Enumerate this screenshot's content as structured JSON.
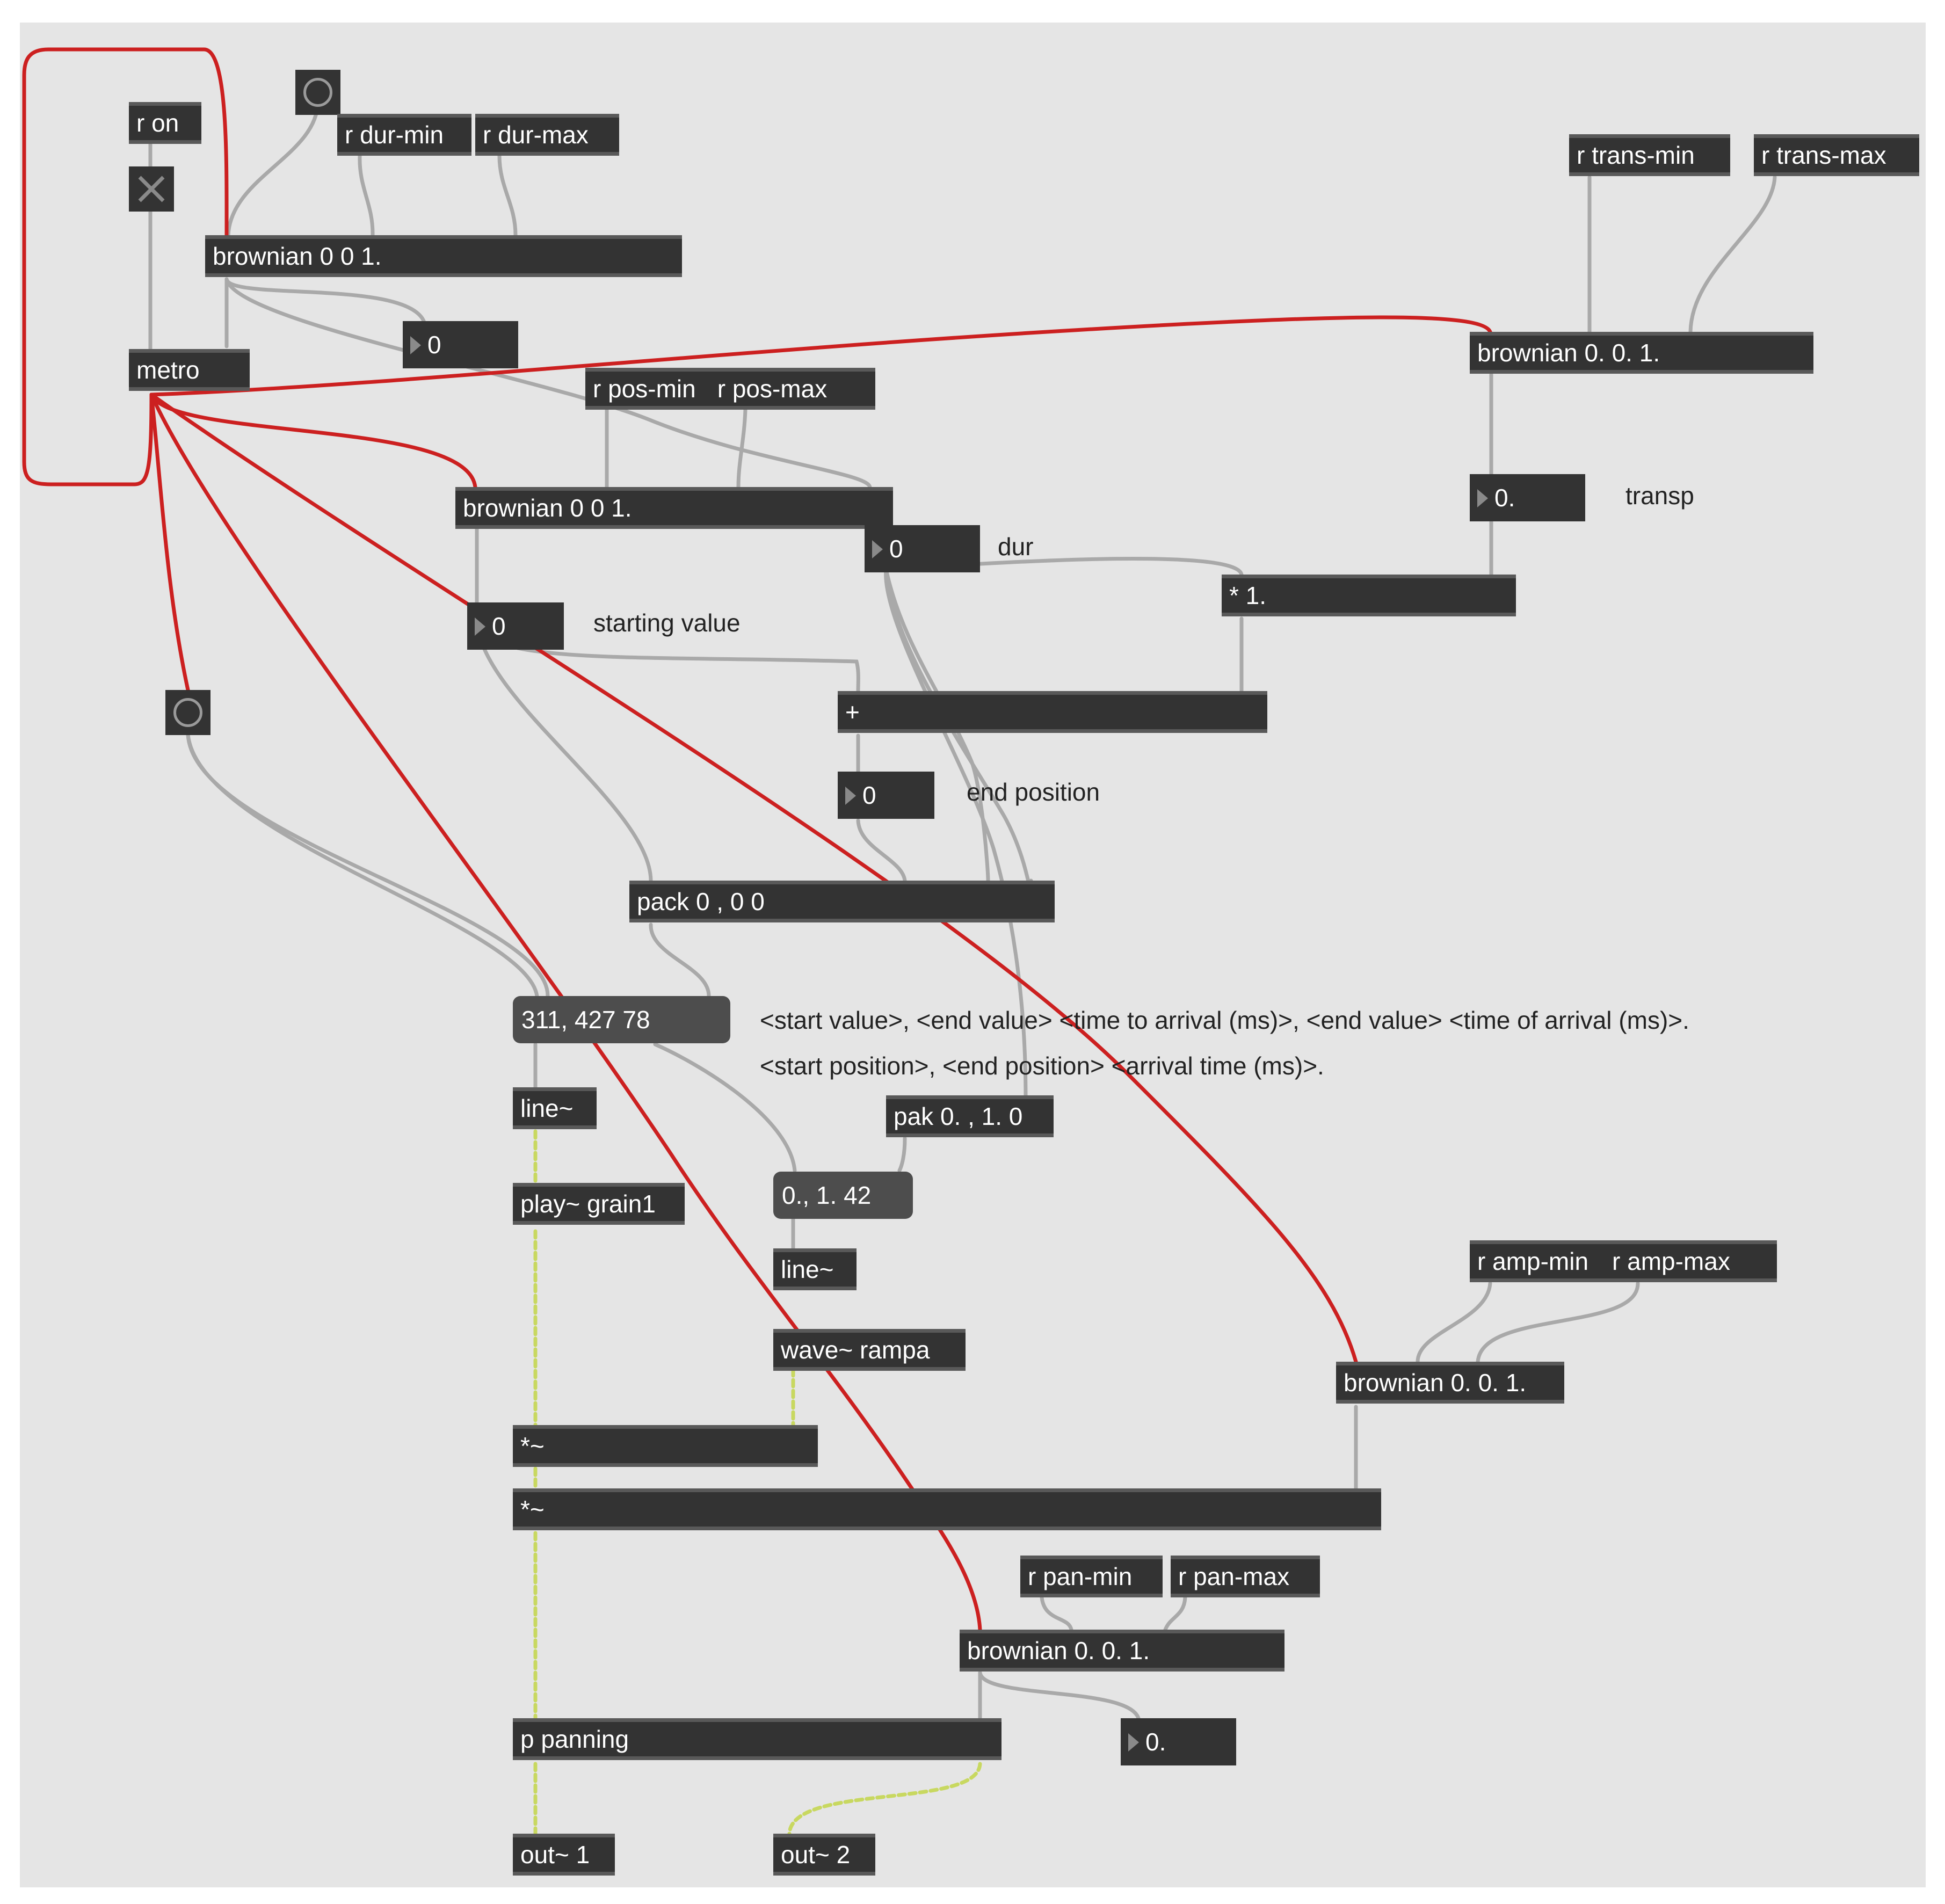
{
  "window": {
    "background": "#e5e5e5",
    "object_color": "#333333",
    "message_color": "#4d4d4d",
    "patchcord_control": "#a9a9a9",
    "patchcord_bang": "#cc2020",
    "patchcord_signal": "#c8d860"
  },
  "objects": {
    "r_on": "r on",
    "r_dur_min": "r dur-min",
    "r_dur_max": "r dur-max",
    "brownian_dur": "brownian 0 0 1.",
    "metro": "metro",
    "r_trans_min": "r trans-min",
    "r_trans_max": "r trans-max",
    "brownian_trans": "brownian 0. 0. 1.",
    "r_pos_min": "r pos-min",
    "r_pos_max": "r pos-max",
    "brownian_pos": "brownian 0 0 1.",
    "times_one": "* 1.",
    "plus": "+",
    "pack": "pack 0 , 0 0",
    "line_1": "line~",
    "play": "play~ grain1",
    "pak": "pak 0. , 1. 0",
    "line_2": "line~",
    "wave": "wave~ rampa",
    "r_amp_min": "r amp-min",
    "r_amp_max": "r amp-max",
    "brownian_amp": "brownian 0. 0. 1.",
    "times_sig_1": "*~",
    "times_sig_2": "*~",
    "r_pan_min": "r pan-min",
    "r_pan_max": "r pan-max",
    "brownian_pan": "brownian 0. 0. 1.",
    "p_panning": "p panning",
    "out_1": "out~ 1",
    "out_2": "out~ 2"
  },
  "numbers": {
    "dur_out": "0",
    "transp": "0.",
    "dur": "0",
    "starting": "0",
    "end_position": "0",
    "pan": "0."
  },
  "messages": {
    "msg_1": "311, 427 78",
    "msg_2": "0., 1. 42"
  },
  "comments": {
    "transp": "transp",
    "dur": "dur",
    "starting_value": "starting value",
    "end_position": "end position",
    "syntax_1": "<start value>, <end value> <time to arrival (ms)>, <end value> <time of arrival (ms)>.",
    "syntax_2": "<start position>, <end position> <arrival time (ms)>."
  }
}
